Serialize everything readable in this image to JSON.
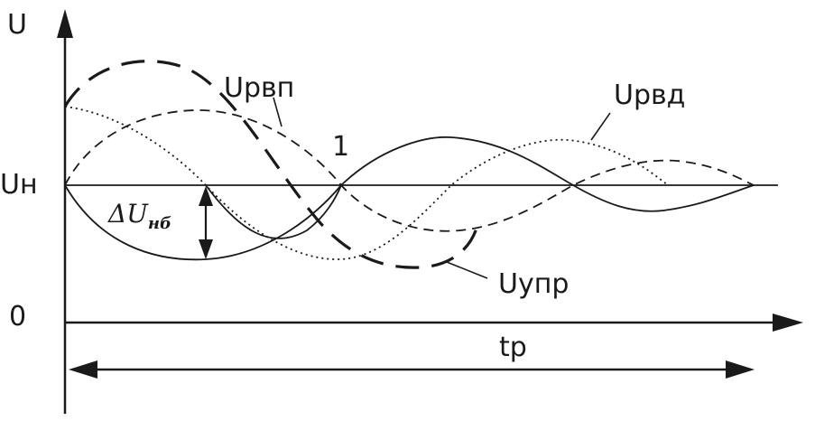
{
  "labels": {
    "y_axis": "U",
    "nominal": "Uн",
    "zero": "0",
    "u_rvp": "Uрвп",
    "u_rvd": "Uрвд",
    "u_upr": "Uупр",
    "point_1": "1",
    "delta": "ΔU",
    "delta_sub": "нб",
    "time": "tр"
  },
  "colors": {
    "stroke": "#1a1a1a",
    "background": "#ffffff"
  }
}
